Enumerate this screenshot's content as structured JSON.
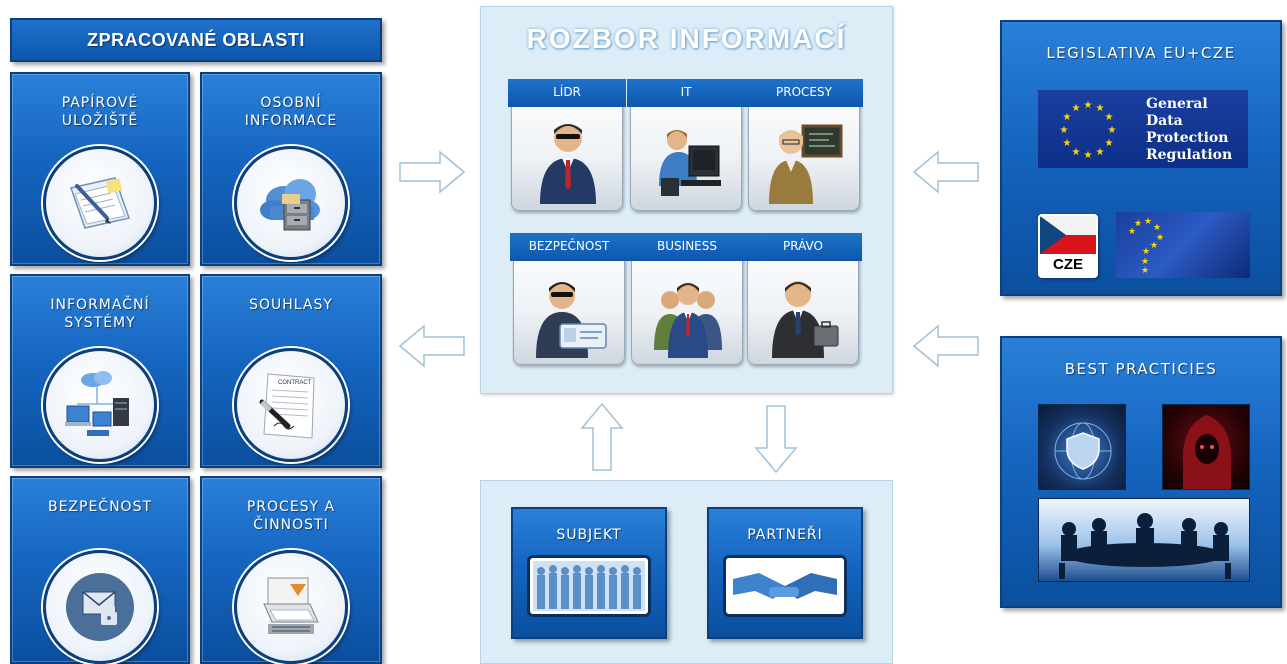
{
  "left": {
    "header": "ZPRACOVANÉ OBLASTI",
    "tiles": [
      {
        "label": "PAPÍROVÉ\nULOŽIŠTĚ",
        "icon": "paper-storage-icon"
      },
      {
        "label": "OSOBNÍ\nINFORMACE",
        "icon": "cloud-cabinet-icon"
      },
      {
        "label": "INFORMAČNÍ\nSYSTÉMY",
        "icon": "network-computers-icon"
      },
      {
        "label": "SOUHLASY",
        "icon": "contract-pen-icon"
      },
      {
        "label": "BEZPEČNOST",
        "icon": "secure-mail-icon"
      },
      {
        "label": "PROCESY A\nČINNOSTI",
        "icon": "process-documents-icon"
      }
    ]
  },
  "center": {
    "title": "ROZBOR INFORMACÍ",
    "cards": [
      {
        "label": "LÍDR",
        "icon": "leader-person-icon"
      },
      {
        "label": "IT",
        "icon": "it-worker-icon"
      },
      {
        "label": "PROCESY",
        "icon": "teacher-board-icon"
      },
      {
        "label": "BEZPEČNOST",
        "icon": "security-badge-icon"
      },
      {
        "label": "BUSINESS",
        "icon": "business-group-icon"
      },
      {
        "label": "PRÁVO",
        "icon": "lawyer-icon"
      }
    ]
  },
  "bottom": {
    "tiles": [
      {
        "label": "SUBJEKT",
        "icon": "crowd-silhouette-icon"
      },
      {
        "label": "PARTNEŘI",
        "icon": "handshake-icon"
      }
    ]
  },
  "right": {
    "legislation": {
      "title": "LEGISLATIVA EU+CZE",
      "gdpr_lines": [
        "General",
        "Data",
        "Protection",
        "Regulation"
      ],
      "cze_label": "CZE"
    },
    "best_practices": {
      "title": "BEST PRACTICIES"
    }
  },
  "colors": {
    "tile_blue": "#1565c0",
    "panel_light": "#dcedf8",
    "eu_blue": "#0e2f87",
    "eu_star": "#ffd700"
  }
}
